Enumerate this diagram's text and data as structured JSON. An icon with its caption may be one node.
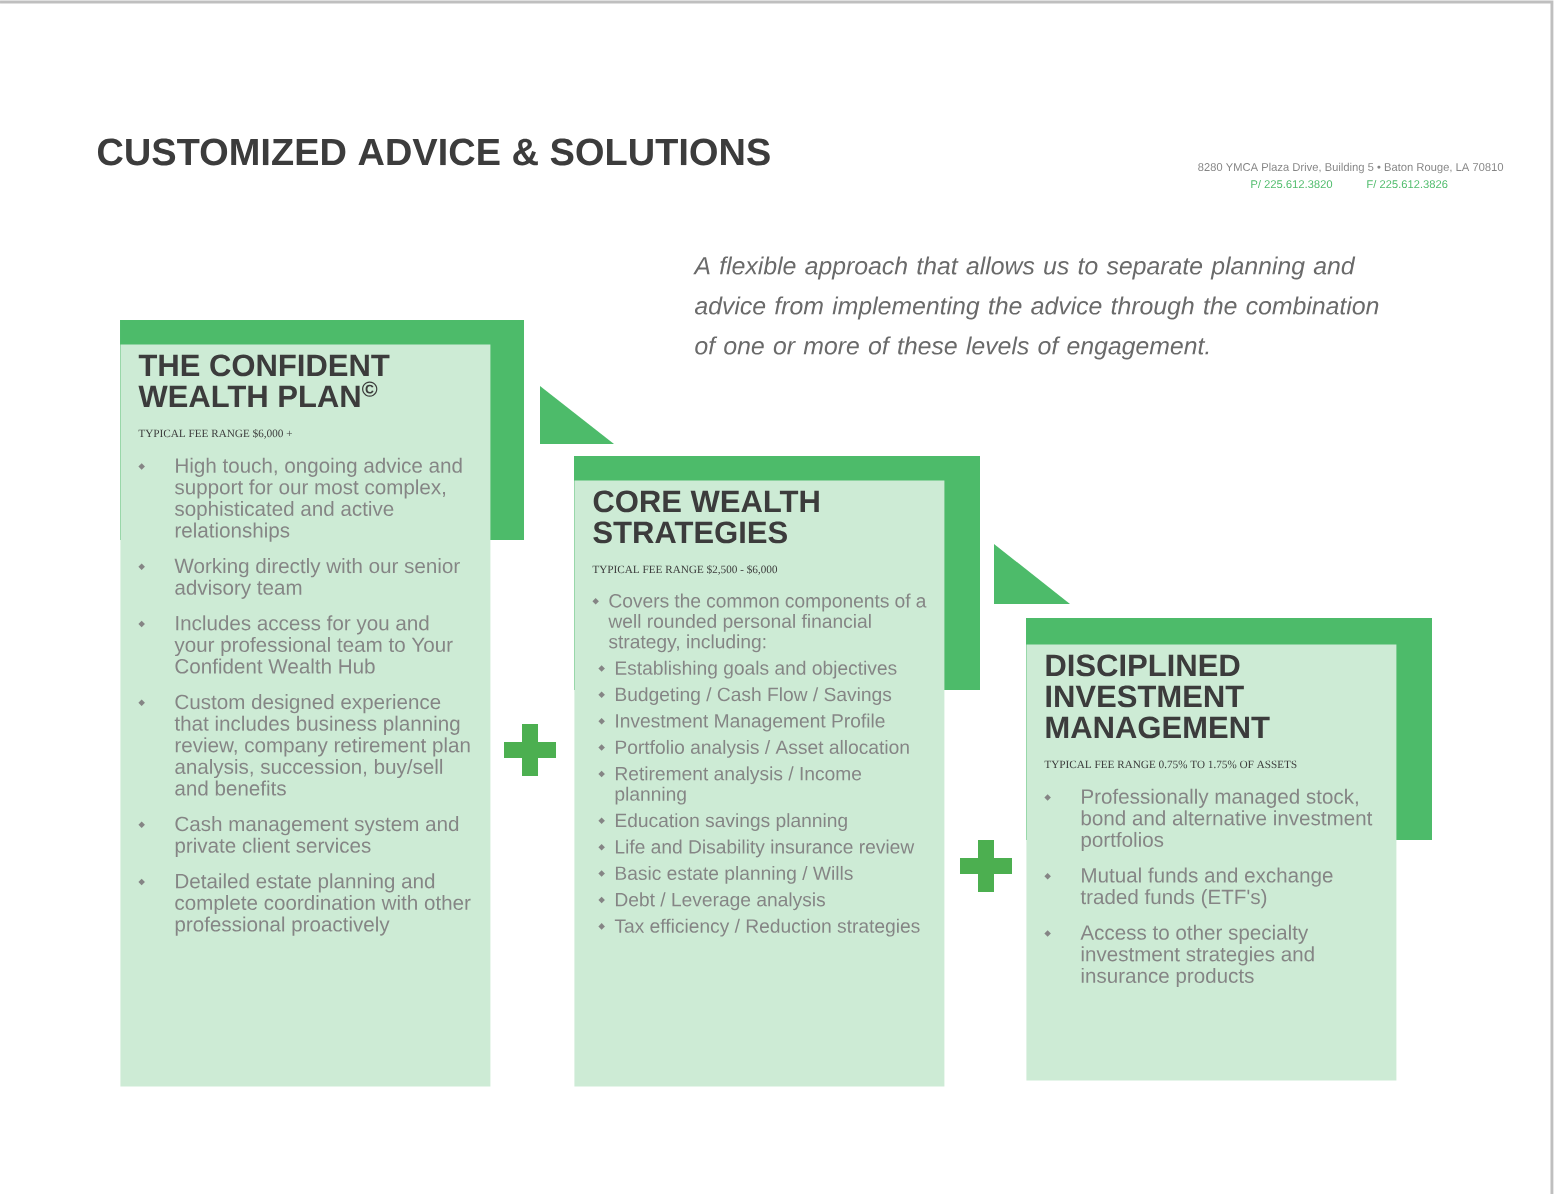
{
  "diagram": {
    "title": "CUSTOMIZED ADVICE & SOLUTIONS",
    "nodes": [
      {
        "text": [
          "THE CONFIDENT WEALTH PLAN$^{©}$",
          "TYPICAL FEE RANGE $6,000 +",
          "High touch, ongoing advice and support for our most complex, sophisticated and active relationships",
          "Working directly with our senior advisory team",
          "Includes access for you and your professional team to Your Confident Wealth Hub",
          "Custom designed experience that includes business planning review, company retirement plan analysis, succession, buy/sell and benefits",
          "Cash management system and private client services",
          "Detailed estate planning and complete coordination with other professional proactively"
        ]
      },
      {
        "text": [
          "CORE WEALTH STRATEGIES",
          "TYPICAL FEE RANGE $2,500 - $6,000",
          "Covers the common components of a well rounded personal financial strategy, including:",
          "Establishing goals and objectives",
          "Budgeting / Cash Flow / Savings",
          "Investment Management Profile",
          "Portfolio analysis / Asset allocation",
          "Retirement analysis / Income planning",
          "Education savings planning",
          "Life and Disability insurance review",
          "Basic estate planning / Wills",
          "Debt / Leverage analysis",
          "Tax efficiency / Reduction strategies"
        ]
      },
      {
        "text": [
          "DISCIPLINED INVESTMENT MANAGEMENT",
          "TYPICAL FEE RANGE 0.75% TO 1.75% OF ASSETS",
          "Professionally managed stock, bond and alternative investment portfolios",
          "Mutual funds and exchange traded funds (ETF's)",
          "Access to other specialty investment strategies and insurance products"
        ]
      }
    ],
    "labels": [
      "8280 YMCA Plaza Drive, Building 5 • Baton Rouge, LA 70810",
      "P/ 225.612.3820",
      "F/ 225.612.3826",
      "A flexible approach that allows us to separate planning and advice from implementing the advice through the combination of one or more of these levels of engagement."
    ]
  }
}
